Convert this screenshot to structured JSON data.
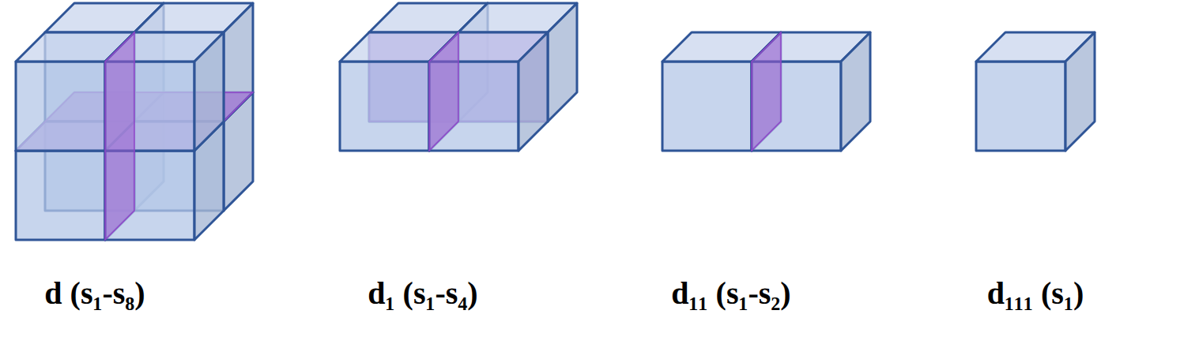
{
  "diagram": {
    "labels": [
      "d (s₁-s₈)",
      "d₁ (s₁-s₄)",
      "d₁₁ (s₁-s₂)",
      "d₁₁₁ (s₁)"
    ]
  }
}
